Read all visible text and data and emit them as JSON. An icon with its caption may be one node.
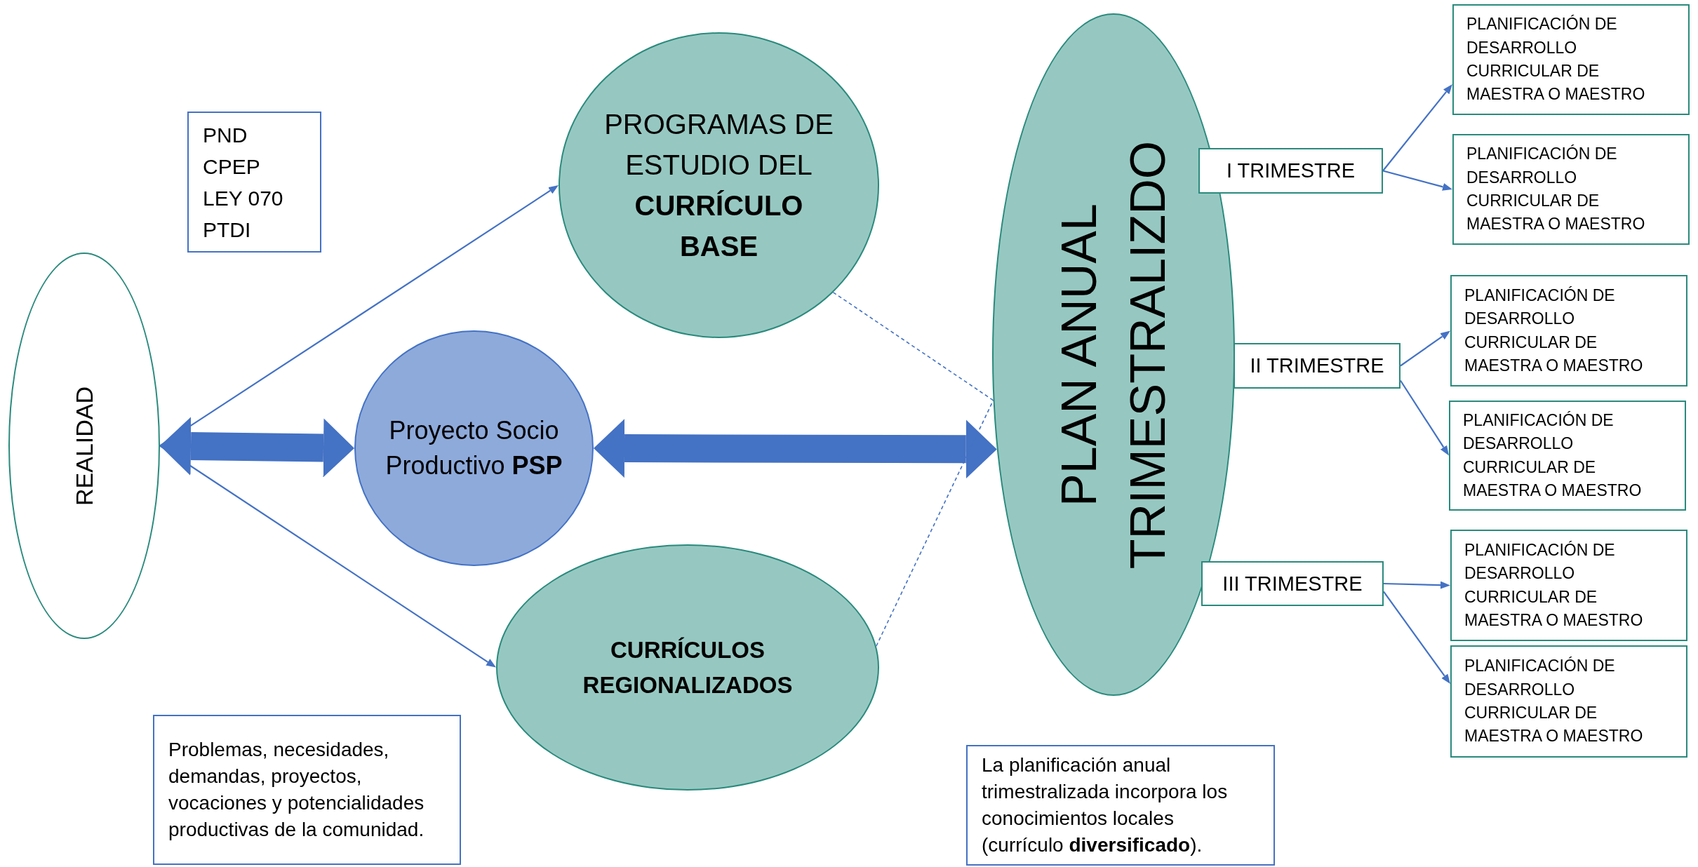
{
  "diagram": {
    "nodes": [
      {
        "text": [
          "PND",
          "CPEP",
          "LEY 070",
          "PTDI"
        ]
      },
      {
        "text": [
          "REALIDAD"
        ]
      },
      {
        "text": [
          "PROGRAMAS DE ESTUDIO DEL **CURRÍCULO BASE**"
        ]
      },
      {
        "text": [
          "Proyecto Socio Productivo **PSP**"
        ]
      },
      {
        "text": [
          "CURRÍCULOS REGIONALIZADOS"
        ]
      },
      {
        "text": [
          "Problemas, necesidades, demandas, proyectos, vocaciones y potencialidades productivas de la comunidad."
        ]
      },
      {
        "text": [
          "PLAN ANUAL TRIMESTRALIZDO"
        ]
      },
      {
        "text": [
          "La planificación anual trimestralizada incorpora los conocimientos locales (currículo **diversificado**)."
        ]
      },
      {
        "text": [
          "I TRIMESTRE"
        ]
      },
      {
        "text": [
          "II TRIMESTRE"
        ]
      },
      {
        "text": [
          "III TRIMESTRE"
        ]
      },
      {
        "text": [
          "PLANIFICACIÓN DE DESARROLLO CURRICULAR DE MAESTRA O MAESTRO"
        ]
      },
      {
        "text": [
          "PLANIFICACIÓN DE DESARROLLO CURRICULAR DE MAESTRA O MAESTRO"
        ]
      },
      {
        "text": [
          "PLANIFICACIÓN DE DESARROLLO CURRICULAR DE MAESTRA O MAESTRO"
        ]
      },
      {
        "text": [
          "PLANIFICACIÓN DE DESARROLLO CURRICULAR DE MAESTRA O MAESTRO"
        ]
      },
      {
        "text": [
          "PLANIFICACIÓN DE DESARROLLO CURRICULAR DE MAESTRA O MAESTRO"
        ]
      },
      {
        "text": [
          "PLANIFICACIÓN DE DESARROLLO CURRICULAR DE MAESTRA O MAESTRO"
        ]
      }
    ],
    "edges": [
      {
        "from": 1,
        "to": 2,
        "arrow": "to"
      },
      {
        "from": 1,
        "to": 4,
        "arrow": "to"
      },
      {
        "from": 1,
        "to": 3,
        "arrow": "both",
        "style": "thick"
      },
      {
        "from": 3,
        "to": 6,
        "arrow": "both",
        "style": "thick"
      },
      {
        "from": 2,
        "to": 6,
        "arrow": "none",
        "style": "dashed"
      },
      {
        "from": 4,
        "to": 6,
        "arrow": "none",
        "style": "dashed"
      },
      {
        "from": 8,
        "to": 11,
        "arrow": "to"
      },
      {
        "from": 8,
        "to": 12,
        "arrow": "to"
      },
      {
        "from": 9,
        "to": 13,
        "arrow": "to"
      },
      {
        "from": 9,
        "to": 14,
        "arrow": "to"
      },
      {
        "from": 10,
        "to": 15,
        "arrow": "to"
      },
      {
        "from": 10,
        "to": 16,
        "arrow": "to"
      }
    ]
  }
}
